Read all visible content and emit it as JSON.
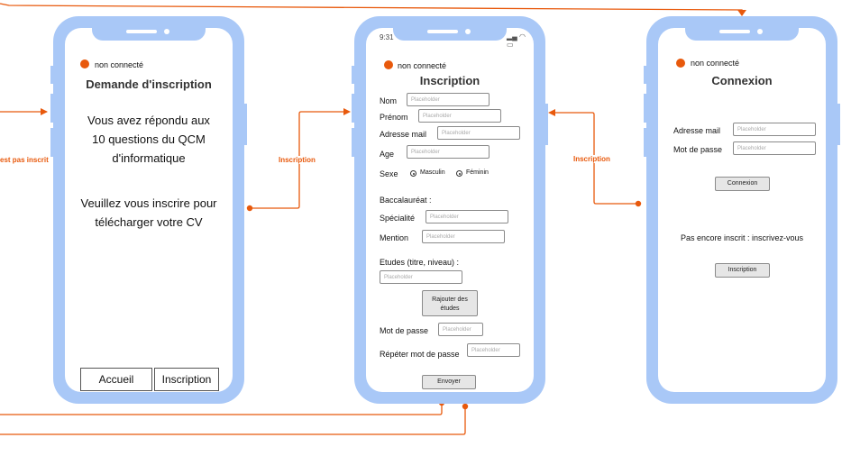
{
  "colors": {
    "phone_frame": "#a9c8f7",
    "edge": "#e8590c",
    "status_dot": "#e8590c"
  },
  "edges": {
    "not_registered_label": "est pas inscrit",
    "inscription_label_1": "Inscription",
    "inscription_label_2": "Inscription"
  },
  "screen1": {
    "status": "non connecté",
    "title": "Demande d'inscription",
    "message1": "Vous avez répondu aux 10 questions du QCM d'informatique",
    "message2": "Veuillez vous inscrire pour télécharger votre CV",
    "accueil_button": "Accueil",
    "inscription_button": "Inscription"
  },
  "screen2": {
    "time": "9:31",
    "status": "non connecté",
    "title": "Inscription",
    "nom_label": "Nom",
    "prenom_label": "Prénom",
    "email_label": "Adresse mail",
    "age_label": "Age",
    "sexe_label": "Sexe",
    "masculin": "Masculin",
    "feminin": "Féminin",
    "bac_label": "Baccalauréat :",
    "specialite_label": "Spécialité",
    "mention_label": "Mention",
    "etudes_label": "Etudes (titre, niveau) :",
    "add_studies_button": "Rajouter des études",
    "password_label": "Mot de passe",
    "repeat_password_label": "Répéter mot de passe",
    "submit_button": "Envoyer",
    "placeholder": "Placeholder"
  },
  "screen3": {
    "status": "non connecté",
    "title": "Connexion",
    "email_label": "Adresse mail",
    "password_label": "Mot de passe",
    "login_button": "Connexion",
    "not_registered_text": "Pas encore inscrit : inscrivez-vous",
    "inscription_button": "Inscription",
    "placeholder": "Placeholder"
  }
}
